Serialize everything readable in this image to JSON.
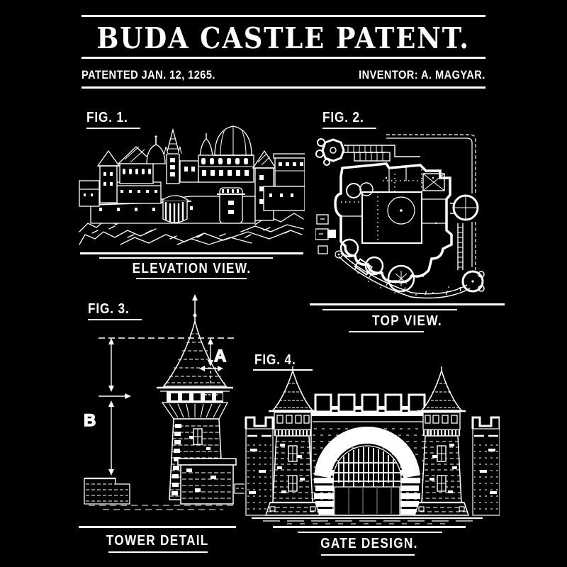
{
  "colors": {
    "background": "#000000",
    "ink": "#ffffff"
  },
  "header": {
    "title": "BUDA CASTLE PATENT.",
    "patented": "PATENTED JAN. 12, 1265.",
    "inventor": "INVENTOR: A. MAGYAR."
  },
  "figures": [
    {
      "label": "FIG. 1.",
      "caption": "ELEVATION VIEW."
    },
    {
      "label": "FIG. 2.",
      "caption": "TOP VIEW."
    },
    {
      "label": "FIG. 3.",
      "caption": "TOWER DETAIL",
      "dims": {
        "a": "A",
        "b": "B"
      }
    },
    {
      "label": "FIG. 4.",
      "caption": "GATE DESIGN."
    }
  ]
}
